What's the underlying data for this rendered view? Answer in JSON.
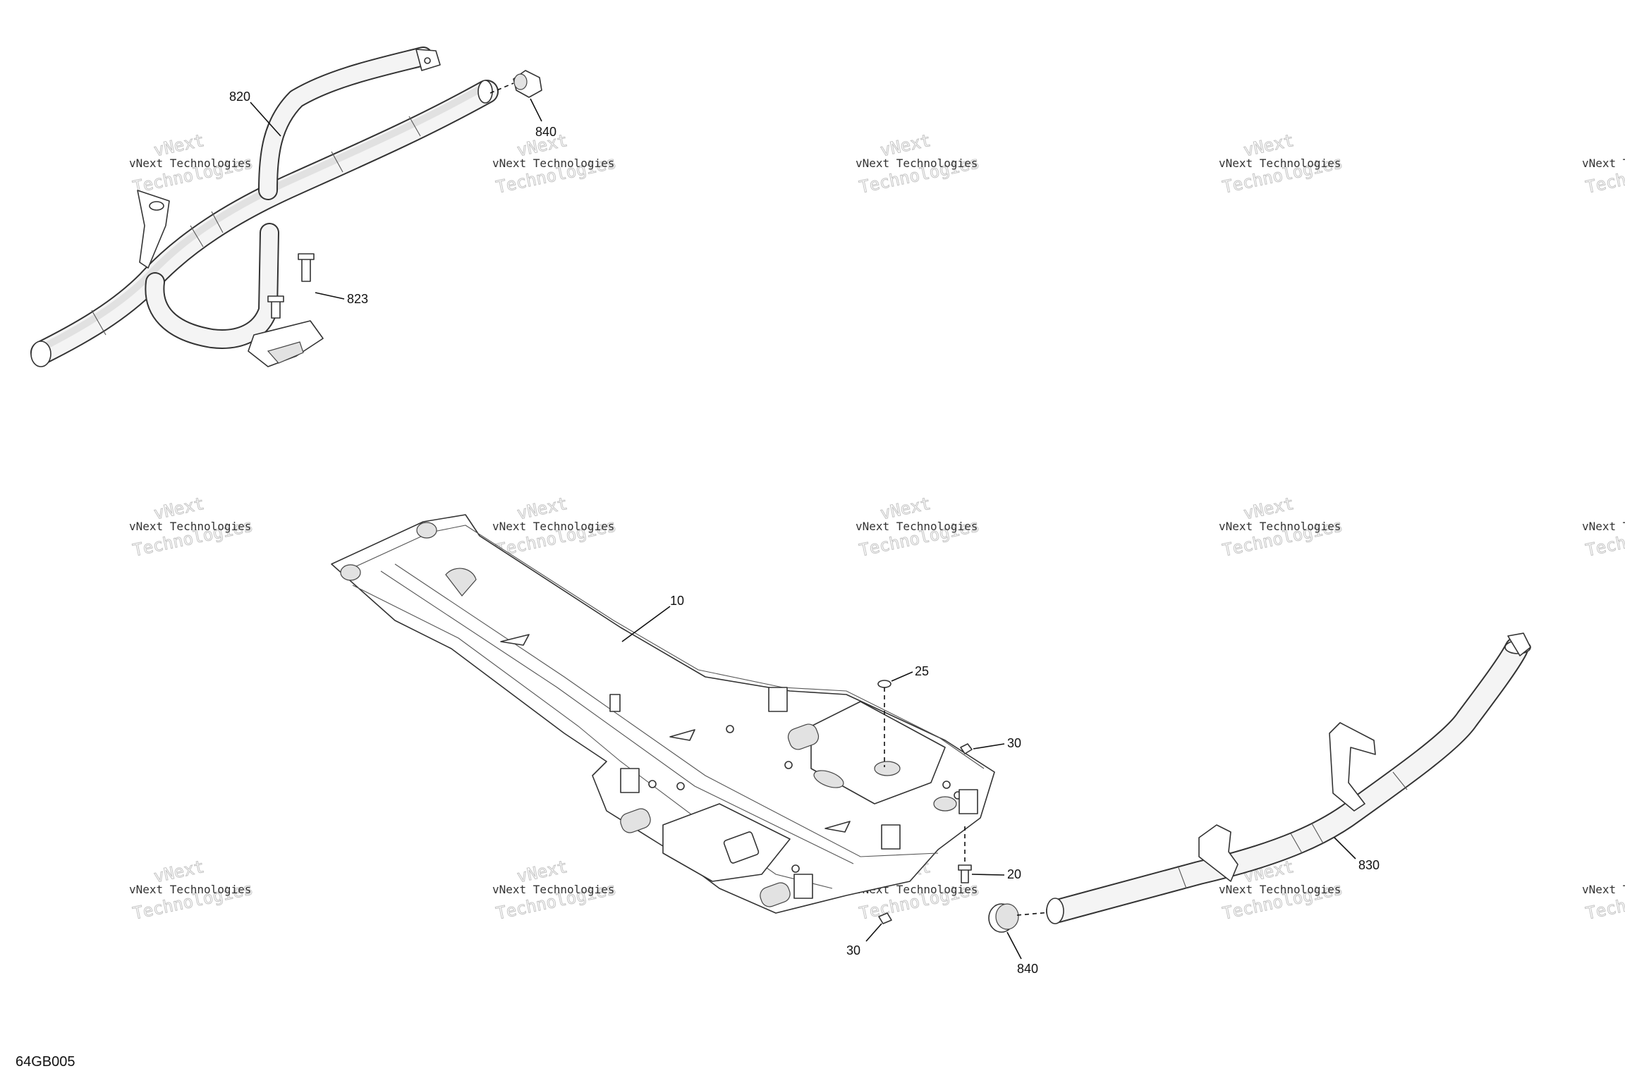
{
  "callouts": {
    "c820": "820",
    "c840_top": "840",
    "c823": "823",
    "c10": "10",
    "c25": "25",
    "c30_right": "30",
    "c30_bottom": "30",
    "c20": "20",
    "c840_bottom": "840",
    "c830": "830"
  },
  "drawing_ref": "64GB005",
  "watermark": {
    "line1": "vNext Technologies",
    "line2": "Technologies",
    "line3": "vNext"
  }
}
